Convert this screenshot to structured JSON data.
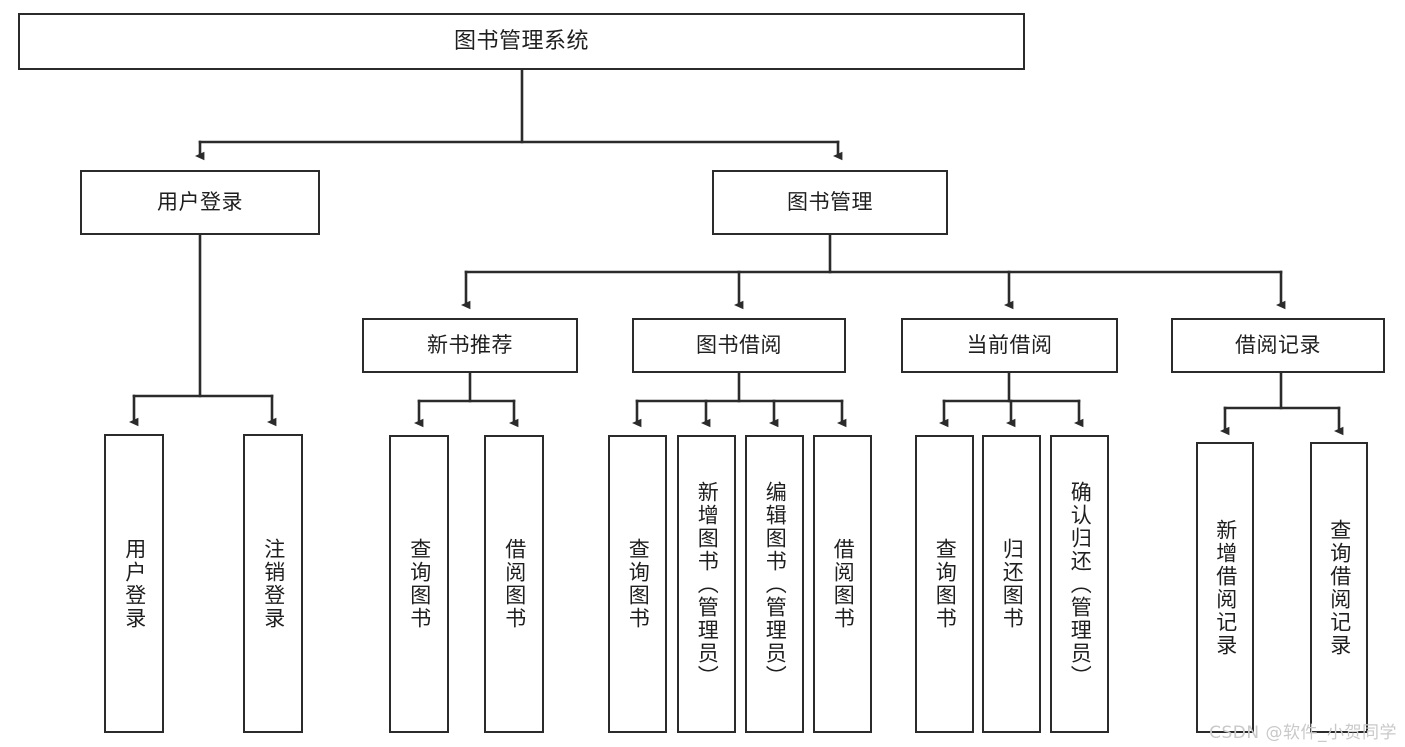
{
  "diagram": {
    "title": "图书管理系统",
    "type": "tree-hierarchy-chart",
    "orientation": "top-down",
    "colors": {
      "box_border": "#2b2b2b",
      "box_fill": "#ffffff",
      "edge": "#2b2b2b",
      "text": "#1f1f1f",
      "watermark": "#c9c9c9",
      "background": "#ffffff"
    }
  },
  "nodes": {
    "root": {
      "label": "图书管理系统"
    },
    "level2": [
      {
        "label": "用户登录"
      },
      {
        "label": "图书管理"
      }
    ],
    "level3": [
      {
        "label": "新书推荐"
      },
      {
        "label": "图书借阅"
      },
      {
        "label": "当前借阅"
      },
      {
        "label": "借阅记录"
      }
    ],
    "leaves": {
      "user_login": [
        {
          "label": "用户登录"
        },
        {
          "label": "注销登录"
        }
      ],
      "new_book_recommend": [
        {
          "label": "查询图书"
        },
        {
          "label": "借阅图书"
        }
      ],
      "book_borrow": [
        {
          "label": "查询图书"
        },
        {
          "label": "新增图书（管理员）"
        },
        {
          "label": "编辑图书（管理员）"
        },
        {
          "label": "借阅图书"
        }
      ],
      "current_borrow": [
        {
          "label": "查询图书"
        },
        {
          "label": "归还图书"
        },
        {
          "label": "确认归还（管理员）"
        }
      ],
      "borrow_record": [
        {
          "label": "新增借阅记录"
        },
        {
          "label": "查询借阅记录"
        }
      ]
    }
  },
  "watermark": {
    "text": "CSDN @软件_小贺同学"
  }
}
